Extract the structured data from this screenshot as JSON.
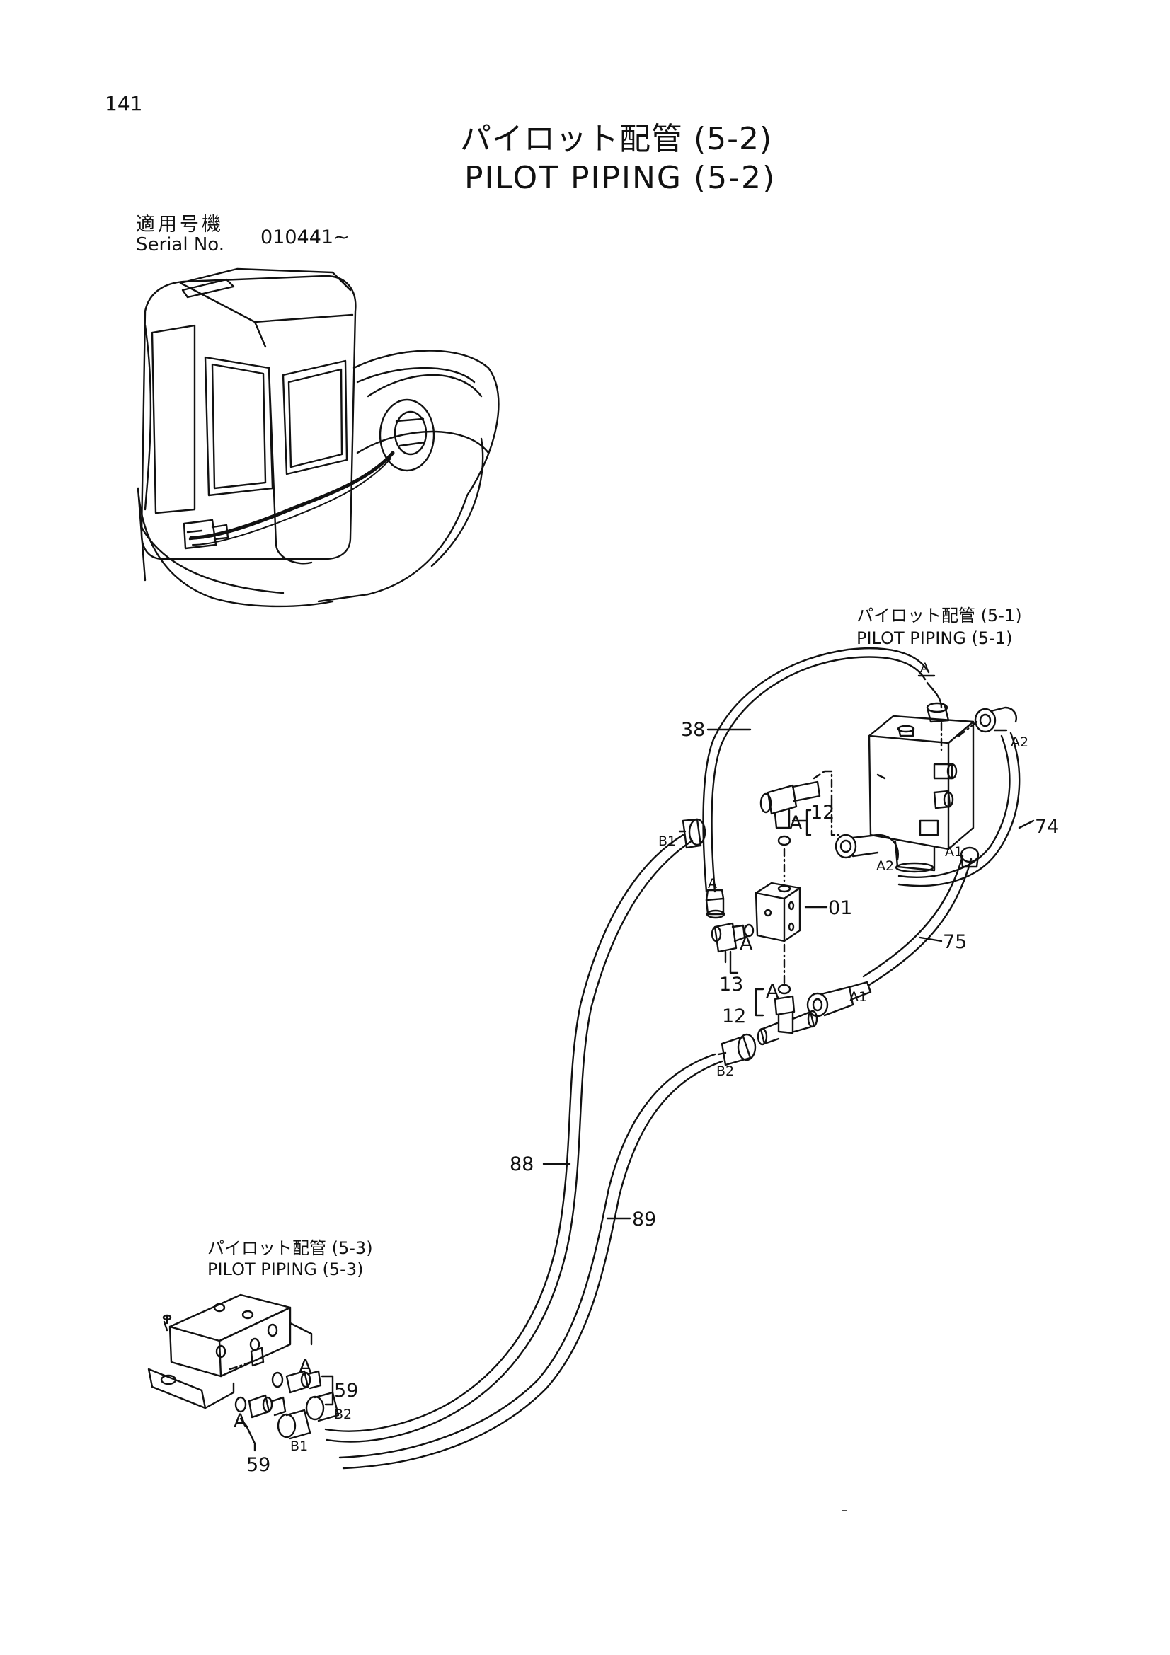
{
  "page_number": "141",
  "title": {
    "jp": "パイロット配管 (5-2)",
    "en": "PILOT PIPING (5-2)"
  },
  "serial": {
    "label_jp": "適用号機",
    "label_en": "Serial No.",
    "value": "010441~"
  },
  "references": {
    "ref_5_1": {
      "jp": "パイロット配管 (5-1)",
      "en": "PILOT PIPING (5-1)"
    },
    "ref_5_3": {
      "jp": "パイロット配管 (5-3)",
      "en": "PILOT PIPING (5-3)"
    }
  },
  "callouts": {
    "p38": "38",
    "p12_upper": "12",
    "p74": "74",
    "p01": "01",
    "p75": "75",
    "p13": "13",
    "p12_lower": "12",
    "p88": "88",
    "p89": "89",
    "p59_upper": "59",
    "p59_lower": "59"
  },
  "ports": {
    "a_top": "A",
    "a2_right": "A2",
    "b1_upper": "B1",
    "a_left": "A",
    "a2_lower": "A2",
    "a1_upper": "A1",
    "a1_lower": "A1",
    "b2_mid": "B2",
    "b2_low": "B2",
    "b1_low": "B1"
  },
  "section_letters": {
    "a1": "A",
    "a2": "A",
    "a3": "A",
    "a4": "A",
    "a5": "A"
  },
  "colors": {
    "ink": "#111111",
    "background": "#ffffff"
  }
}
